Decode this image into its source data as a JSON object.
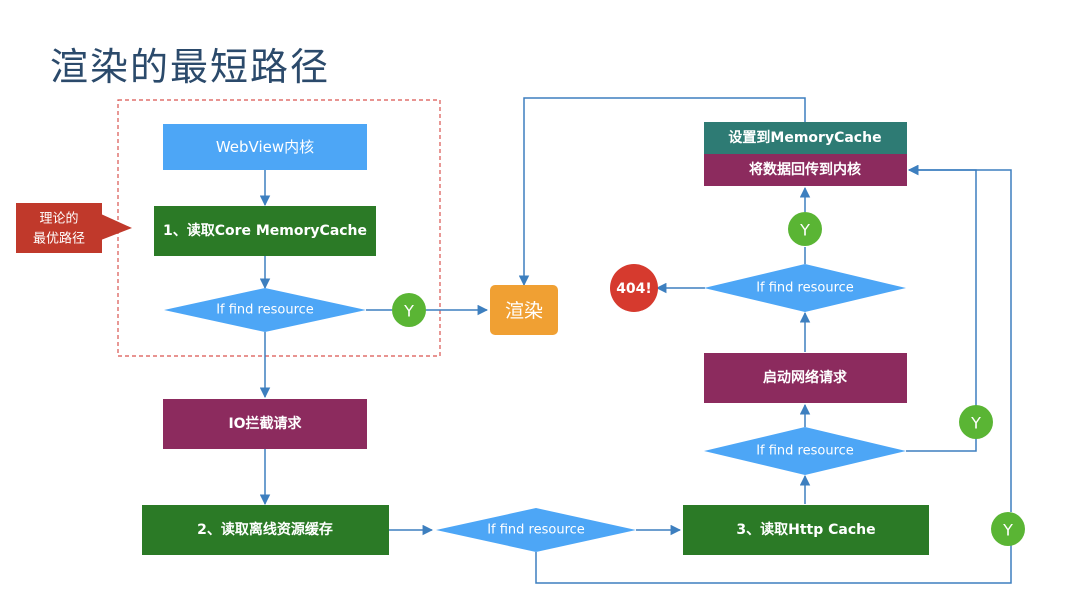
{
  "title": "渲染的最短路径",
  "colors": {
    "blue": "#4da6f6",
    "green": "#2b7a26",
    "purple": "#8c2b5e",
    "teal": "#2e7b74",
    "orange": "#f0a033",
    "red": "#d63a2e",
    "yes_green": "#5ab534",
    "callout": "#c0392b",
    "dashed": "#d9534f",
    "line": "#3d7fbf"
  },
  "nodes": {
    "webview": "WebView内核",
    "read_core": "1、读取Core MemoryCache",
    "find1": "If find resource",
    "yes1": "Y",
    "render": "渲染",
    "io": "IO拦截请求",
    "read_offline": "2、读取离线资源缓存",
    "find2": "If find resource",
    "read_http": "3、读取Http Cache",
    "find3": "If find resource",
    "yes3": "Y",
    "network": "启动网络请求",
    "find4": "If find resource",
    "yes4": "Y",
    "not_found": "404!",
    "set_memory": "设置到MemoryCache",
    "send_back": "将数据回传到内核",
    "yes2": "Y"
  },
  "callout": {
    "line1": "理论的",
    "line2": "最优路径"
  }
}
